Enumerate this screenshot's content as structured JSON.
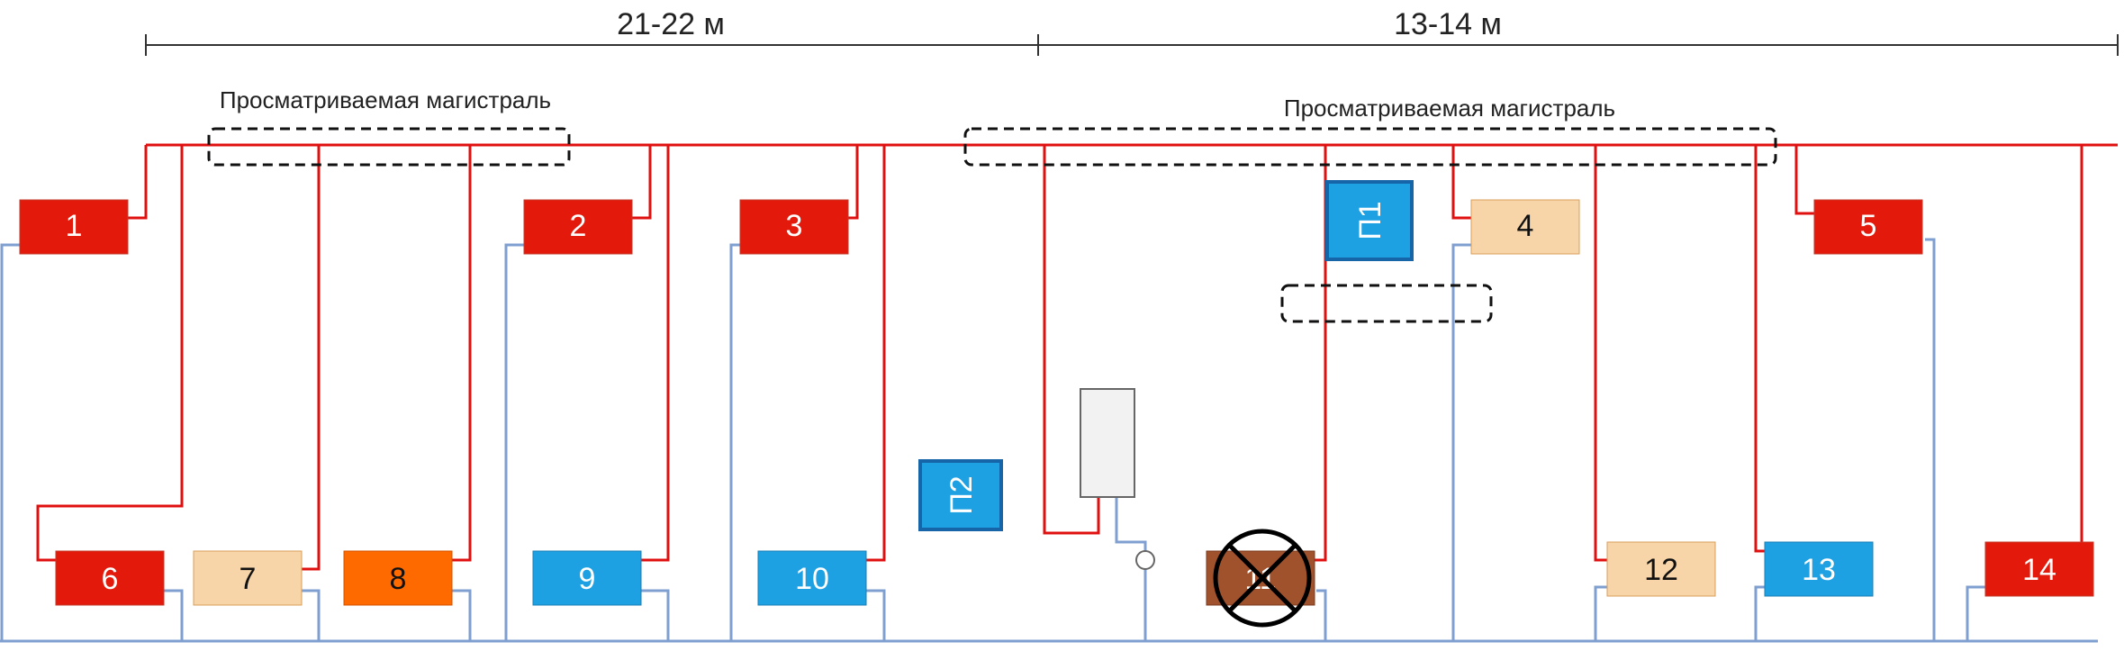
{
  "dimensions": {
    "left_span": "21-22 м",
    "right_span": "13-14 м"
  },
  "labels": {
    "main_line_left": "Просматриваемая магистраль",
    "main_line_right": "Просматриваемая магистраль"
  },
  "colors": {
    "supply_pipe": "#e01010",
    "return_pipe": "#7f9fd0",
    "red_box": "#e31a0b",
    "beige_box": "#f8d5a8",
    "orange_box": "#ff6a00",
    "blue_box": "#1ea1e3",
    "brown_box": "#a0522d"
  },
  "radiators": [
    {
      "id": "1",
      "style": "red"
    },
    {
      "id": "2",
      "style": "red"
    },
    {
      "id": "3",
      "style": "red"
    },
    {
      "id": "4",
      "style": "beige"
    },
    {
      "id": "5",
      "style": "red"
    },
    {
      "id": "6",
      "style": "red"
    },
    {
      "id": "7",
      "style": "beige"
    },
    {
      "id": "8",
      "style": "orange"
    },
    {
      "id": "9",
      "style": "blue"
    },
    {
      "id": "10",
      "style": "blue"
    },
    {
      "id": "11",
      "style": "brown",
      "crossed": true
    },
    {
      "id": "12",
      "style": "beige"
    },
    {
      "id": "13",
      "style": "blue"
    },
    {
      "id": "14",
      "style": "red"
    }
  ],
  "special": [
    {
      "id": "П1"
    },
    {
      "id": "П2"
    }
  ]
}
